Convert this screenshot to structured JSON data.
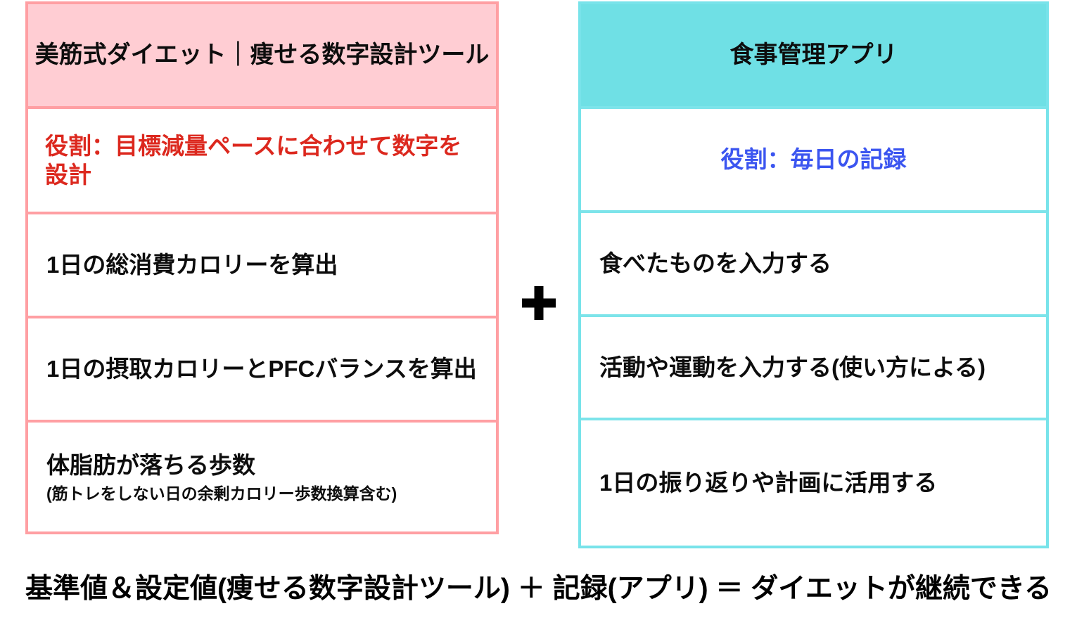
{
  "left_panel": {
    "title": "美筋式ダイエット｜痩せる数字設計ツール",
    "role_label": "役割：目標減量ペースに合わせて数字を設計",
    "rows": [
      "1日の総消費カロリーを算出",
      "1日の摂取カロリーとPFCバランスを算出"
    ],
    "steps_row_main": "体脂肪が落ちる歩数",
    "steps_row_sub": "(筋トレをしない日の余剰カロリー歩数換算含む)",
    "colors": {
      "border": "#ff9fa3",
      "header_bg": "#ffcdd3",
      "role_text": "#dc281e"
    }
  },
  "right_panel": {
    "title": "食事管理アプリ",
    "role_label": "役割：毎日の記録",
    "rows": [
      "食べたものを入力する",
      "活動や運動を入力する(使い方による)",
      "1日の振り返りや計画に活用する"
    ],
    "colors": {
      "border": "#78e3ea",
      "header_bg": "#6fe0e5",
      "role_text": "#3b55f0"
    }
  },
  "separator": {
    "icon": "plus-icon"
  },
  "footer": {
    "formula": "基準値＆設定値(痩せる数字設計ツール) ＋ 記録(アプリ) ＝ ダイエットが継続できる"
  }
}
